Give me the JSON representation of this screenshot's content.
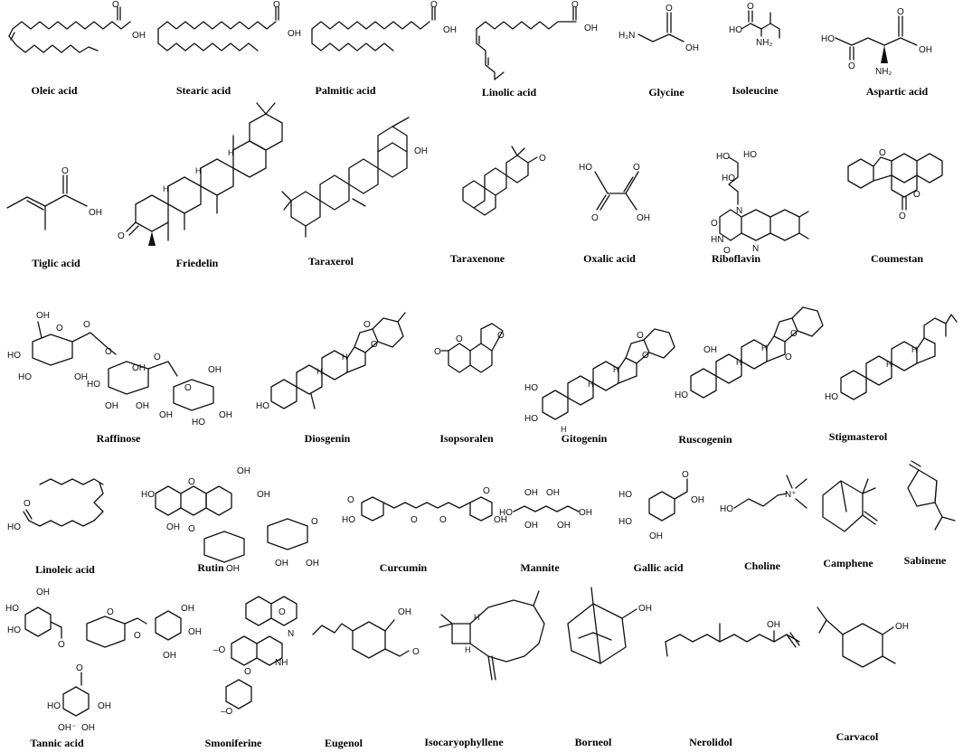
{
  "compounds": [
    {
      "name": "Oleic acid"
    },
    {
      "name": "Stearic acid"
    },
    {
      "name": "Palmitic acid"
    },
    {
      "name": "Linolic acid"
    },
    {
      "name": "Glycine"
    },
    {
      "name": "Isoleucine"
    },
    {
      "name": "Aspartic acid"
    },
    {
      "name": "Tiglic acid"
    },
    {
      "name": "Friedelin"
    },
    {
      "name": "Taraxerol"
    },
    {
      "name": "Taraxenone"
    },
    {
      "name": "Oxalic acid"
    },
    {
      "name": "Riboflavin"
    },
    {
      "name": "Coumestan"
    },
    {
      "name": "Raffinose"
    },
    {
      "name": "Diosgenin"
    },
    {
      "name": "Isopsoralen"
    },
    {
      "name": "Gitogenin"
    },
    {
      "name": "Ruscogenin"
    },
    {
      "name": "Stigmasterol"
    },
    {
      "name": "Linoleic acid"
    },
    {
      "name": "Rutin"
    },
    {
      "name": "Curcumin"
    },
    {
      "name": "Mannite"
    },
    {
      "name": "Gallic acid"
    },
    {
      "name": "Choline"
    },
    {
      "name": "Camphene"
    },
    {
      "name": "Sabinene"
    },
    {
      "name": "Tannic acid"
    },
    {
      "name": "Smoniferine"
    },
    {
      "name": "Eugenol"
    },
    {
      "name": "Isocaryophyllene"
    },
    {
      "name": "Borneol"
    },
    {
      "name": "Nerolidol"
    },
    {
      "name": "Carvacol"
    }
  ],
  "atom_labels": {
    "oh": "OH",
    "ho": "HO",
    "h2n": "H₂N",
    "nh2": "NH₂",
    "o": "O",
    "n": "N",
    "nh": "NH",
    "hn": "HN",
    "h": "H",
    "nplus": "N⁺",
    "ominus": "OH⁻",
    "ome": "–O",
    "me_n": "N"
  },
  "colors": {
    "ink": "#111111",
    "background": "#ffffff"
  }
}
